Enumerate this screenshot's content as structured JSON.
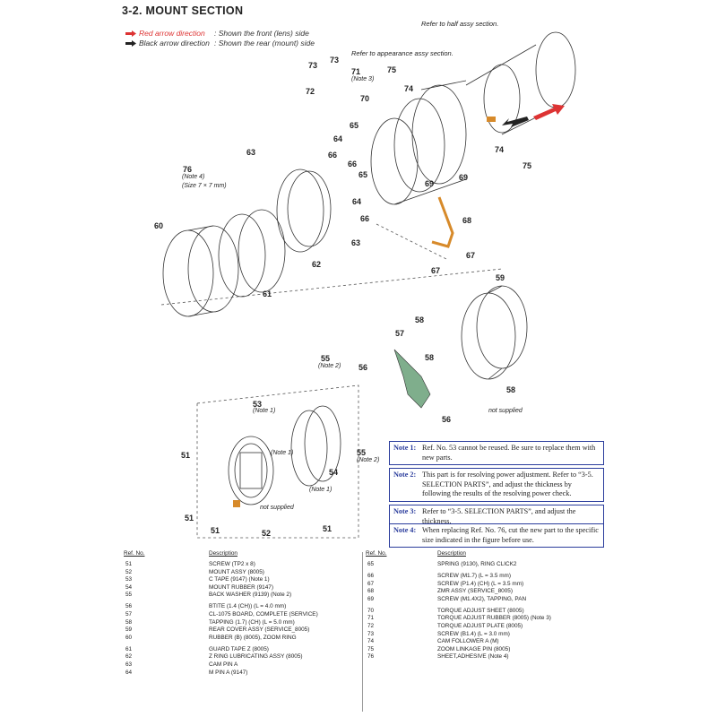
{
  "title": "3-2.  MOUNT  SECTION",
  "legend": [
    {
      "label": "Red arrow direction",
      "text": ": Shown the front (lens) side",
      "color": "#d33333"
    },
    {
      "label": "Black arrow direction",
      "text": ": Shown the rear (mount) side",
      "color": "#222222"
    }
  ],
  "callouts": {
    "half_assy": "Refer to half assy section.",
    "appearance_assy": "Refer to appearance assy section.",
    "note3": "(Note 3)",
    "note4": "(Note 4)",
    "size": "(Size 7 × 7 mm)",
    "note2": "(Note 2)",
    "note1": "(Note 1)",
    "not_supplied": "not supplied"
  },
  "diagram_labels": [
    "73",
    "73",
    "71",
    "75",
    "72",
    "70",
    "74",
    "65",
    "64",
    "66",
    "66",
    "63",
    "76",
    "65",
    "74",
    "75",
    "69",
    "69",
    "64",
    "66",
    "68",
    "60",
    "63",
    "62",
    "61",
    "67",
    "67",
    "59",
    "58",
    "57",
    "58",
    "55",
    "56",
    "58",
    "53",
    "55",
    "56",
    "54",
    "51",
    "52",
    "51",
    "51",
    "51"
  ],
  "notes": [
    {
      "label": "Note 1:",
      "text": "Ref. No. 53 cannot be reused. Be sure to replace them with new parts."
    },
    {
      "label": "Note 2:",
      "text": "This part is for resolving power adjustment. Refer to “3-5. SELECTION PARTS”, and adjust the thickness by following the results of the resolving power check."
    },
    {
      "label": "Note 3:",
      "text": "Refer to “3-5. SELECTION PARTS”, and adjust the thickness."
    },
    {
      "label": "Note 4:",
      "text": "When replacing Ref. No. 76, cut the new part to the specific size indicated in the figure before use."
    }
  ],
  "parts_table": {
    "headers": {
      "ref": "Ref. No.",
      "desc": "Description"
    },
    "left": [
      {
        "ref": "51",
        "desc": "SCREW (TP2 x 8)"
      },
      {
        "ref": "52",
        "desc": "MOUNT ASSY (8005)"
      },
      {
        "ref": "53",
        "desc": "C TAPE (9147) (Note 1)"
      },
      {
        "ref": "54",
        "desc": "MOUNT RUBBER (9147)"
      },
      {
        "ref": "55",
        "desc": "BACK WASHER (9139) (Note 2)"
      },
      {
        "ref": "56",
        "desc": "BTITE (1.4 (CH)) (L = 4.0 mm)"
      },
      {
        "ref": "57",
        "desc": "CL-1075 BOARD, COMPLETE (SERVICE)"
      },
      {
        "ref": "58",
        "desc": "TAPPING (1.7) (CH) (L = 5.0 mm)"
      },
      {
        "ref": "59",
        "desc": "REAR COVER ASSY (SERVICE_8005)"
      },
      {
        "ref": "60",
        "desc": "RUBBER (B) (8005), ZOOM RING"
      },
      {
        "ref": "61",
        "desc": "GUARD TAPE Z (8005)"
      },
      {
        "ref": "62",
        "desc": "Z RING LUBRICATING ASSY (8005)"
      },
      {
        "ref": "63",
        "desc": "CAM PIN A"
      },
      {
        "ref": "64",
        "desc": "M PIN A (9147)"
      }
    ],
    "right": [
      {
        "ref": "65",
        "desc": "SPRING (9130), RING CLICK2"
      },
      {
        "ref": "66",
        "desc": "SCREW (M1.7) (L = 3.5 mm)"
      },
      {
        "ref": "67",
        "desc": "SCREW (P1.4) (CH) (L = 3.5 mm)"
      },
      {
        "ref": "68",
        "desc": "ZMR ASSY (SERVICE_8005)"
      },
      {
        "ref": "69",
        "desc": "SCREW (M1.4X2), TAPPING, PAN"
      },
      {
        "ref": "70",
        "desc": "TORQUE ADJUST SHEET (8005)"
      },
      {
        "ref": "71",
        "desc": "TORQUE ADJUST RUBBER (8005) (Note 3)"
      },
      {
        "ref": "72",
        "desc": "TORQUE ADJUST PLATE (8005)"
      },
      {
        "ref": "73",
        "desc": "SCREW (B1.4) (L = 3.0 mm)"
      },
      {
        "ref": "74",
        "desc": "CAM FOLLOWER A (M)"
      },
      {
        "ref": "75",
        "desc": "ZOOM LINKAGE PIN (8005)"
      },
      {
        "ref": "76",
        "desc": "SHEET,ADHESIVE (Note 4)"
      }
    ]
  }
}
